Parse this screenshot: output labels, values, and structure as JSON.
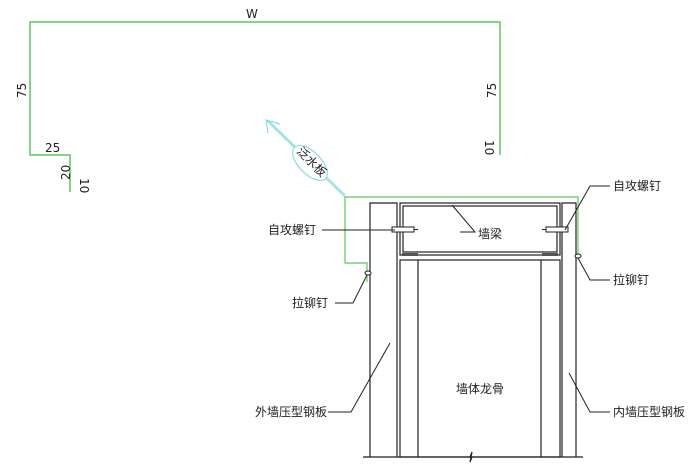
{
  "dimensions": {
    "width": "W",
    "left_height": "75",
    "right_height": "75",
    "step": "25",
    "drop": "20",
    "lip_left": "10",
    "lip_right": "10"
  },
  "labels": {
    "flashing": "泛水板",
    "screw_left": "自攻螺钉",
    "screw_right": "自攻螺钉",
    "wall_beam": "墙梁",
    "rivet_left": "拉铆钉",
    "rivet_right": "拉铆钉",
    "wall_stud": "墙体龙骨",
    "outer_panel": "外墙压型钢板",
    "inner_panel": "内墙压型钢板"
  },
  "colors": {
    "flashing": "#5cc85c",
    "leader": "#8fdede",
    "lines": "#222222"
  }
}
